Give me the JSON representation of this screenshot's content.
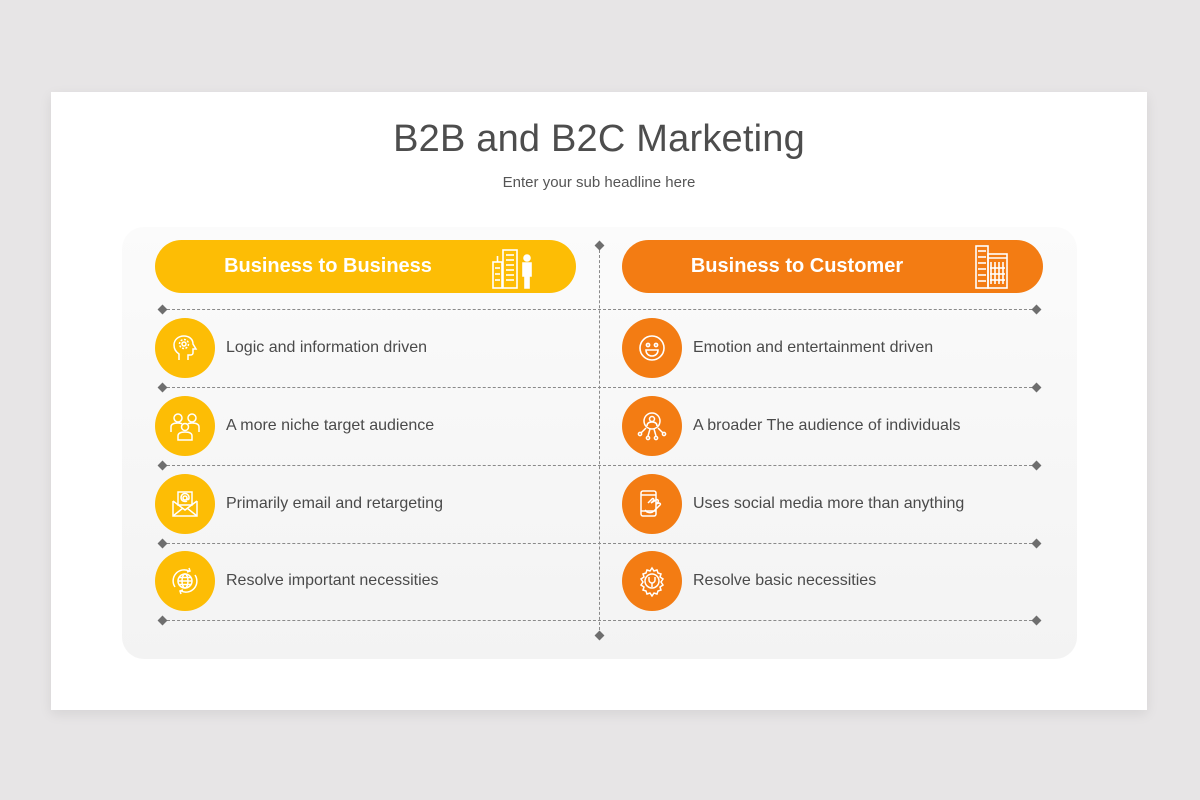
{
  "slide": {
    "title": "B2B and B2C Marketing",
    "subtitle": "Enter your sub headline here"
  },
  "colors": {
    "b2b_accent": "#fdbd05",
    "b2c_accent": "#f37c13",
    "text": "#4a4a4a",
    "background": "#e7e5e6"
  },
  "b2b": {
    "header": "Business to Business",
    "header_icon": "city-buildings-businessman-icon",
    "items": [
      {
        "icon": "head-gear-icon",
        "text": "Logic and information driven"
      },
      {
        "icon": "group-people-icon",
        "text": "A more niche target audience"
      },
      {
        "icon": "email-envelope-icon",
        "text": "Primarily email and retargeting"
      },
      {
        "icon": "globe-refresh-icon",
        "text": "Resolve important necessities"
      }
    ]
  },
  "b2c": {
    "header": "Business to Customer",
    "header_icon": "office-buildings-icon",
    "items": [
      {
        "icon": "smiley-face-icon",
        "text": "Emotion and entertainment driven"
      },
      {
        "icon": "user-network-icon",
        "text": "A broader The audience of individuals"
      },
      {
        "icon": "smartphone-touch-icon",
        "text": "Uses social media more than anything"
      },
      {
        "icon": "gear-wrench-icon",
        "text": "Resolve basic necessities"
      }
    ]
  }
}
